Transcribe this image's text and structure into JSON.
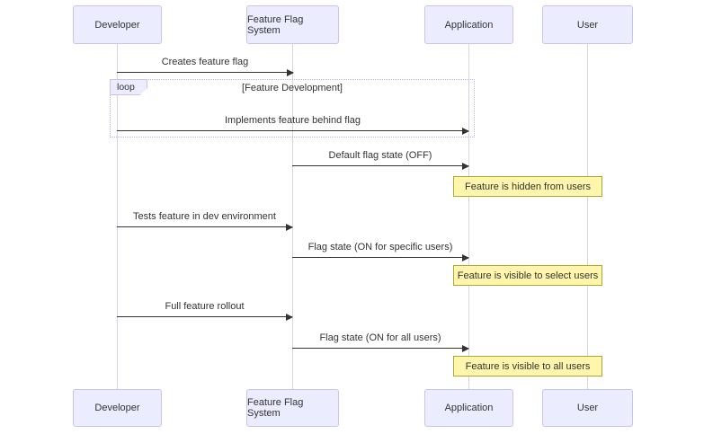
{
  "diagram": {
    "type": "sequence-diagram",
    "actors": [
      {
        "id": "developer",
        "label": "Developer"
      },
      {
        "id": "feature-flag-system",
        "label": "Feature Flag System"
      },
      {
        "id": "application",
        "label": "Application"
      },
      {
        "id": "user",
        "label": "User"
      }
    ],
    "loop": {
      "label": "loop",
      "title": "[Feature Development]"
    },
    "messages": [
      {
        "from": "Developer",
        "to": "Feature Flag System",
        "text": "Creates feature flag"
      },
      {
        "from": "Developer",
        "to": "Application",
        "text": "Implements feature behind flag"
      },
      {
        "from": "Feature Flag System",
        "to": "Application",
        "text": "Default flag state (OFF)"
      },
      {
        "from": "Developer",
        "to": "Feature Flag System",
        "text": "Tests feature in dev environment"
      },
      {
        "from": "Feature Flag System",
        "to": "Application",
        "text": "Flag state (ON for specific users)"
      },
      {
        "from": "Developer",
        "to": "Feature Flag System",
        "text": "Full feature rollout"
      },
      {
        "from": "Feature Flag System",
        "to": "Application",
        "text": "Flag state (ON for all users)"
      }
    ],
    "notes": [
      {
        "over": "Application, User",
        "text": "Feature is hidden from users"
      },
      {
        "over": "Application, User",
        "text": "Feature is visible to select users"
      },
      {
        "over": "Application, User",
        "text": "Feature is visible to all users"
      }
    ],
    "colors": {
      "actor_fill": "#ECECFF",
      "actor_border": "#c9c5ea",
      "note_fill": "#fff5ad",
      "note_border": "#aaaa33",
      "line": "#333333",
      "lifeline": "#d5d5e3",
      "loop_border": "#b9b5e3",
      "text": "#333333"
    }
  }
}
